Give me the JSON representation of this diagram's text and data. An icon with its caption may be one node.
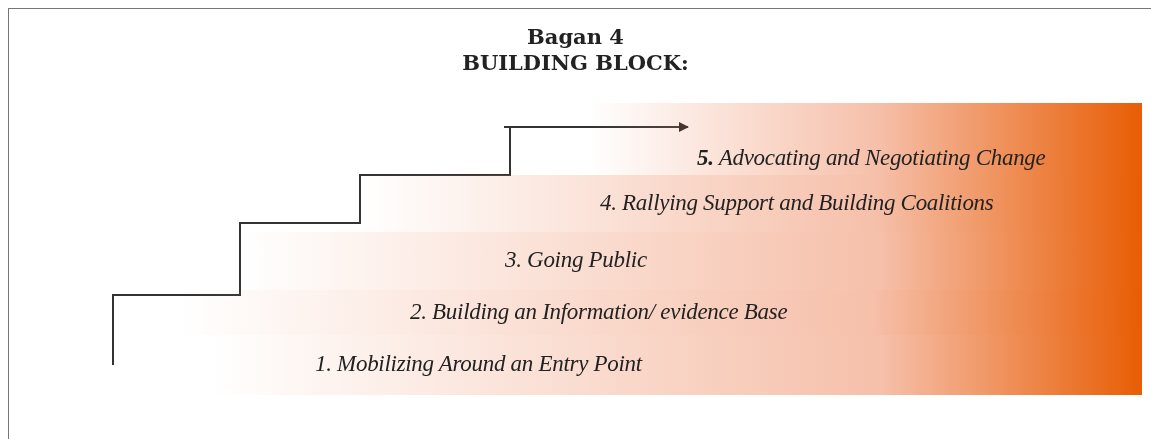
{
  "diagram": {
    "title": "Bagan 4",
    "nodes": [
      {
        "text": [
          "1. Mobilizing Around an Entry Point"
        ]
      },
      {
        "text": [
          "2. Building an Information/ evidence Base"
        ]
      },
      {
        "text": [
          "3. Going Public"
        ]
      },
      {
        "text": [
          "4. Rallying Support and Building Coalitions"
        ]
      },
      {
        "text": [
          "**5.** Advocating and Negotiating Change"
        ]
      }
    ],
    "edges": [],
    "labels": [
      "BUILDING BLOCK:"
    ]
  }
}
